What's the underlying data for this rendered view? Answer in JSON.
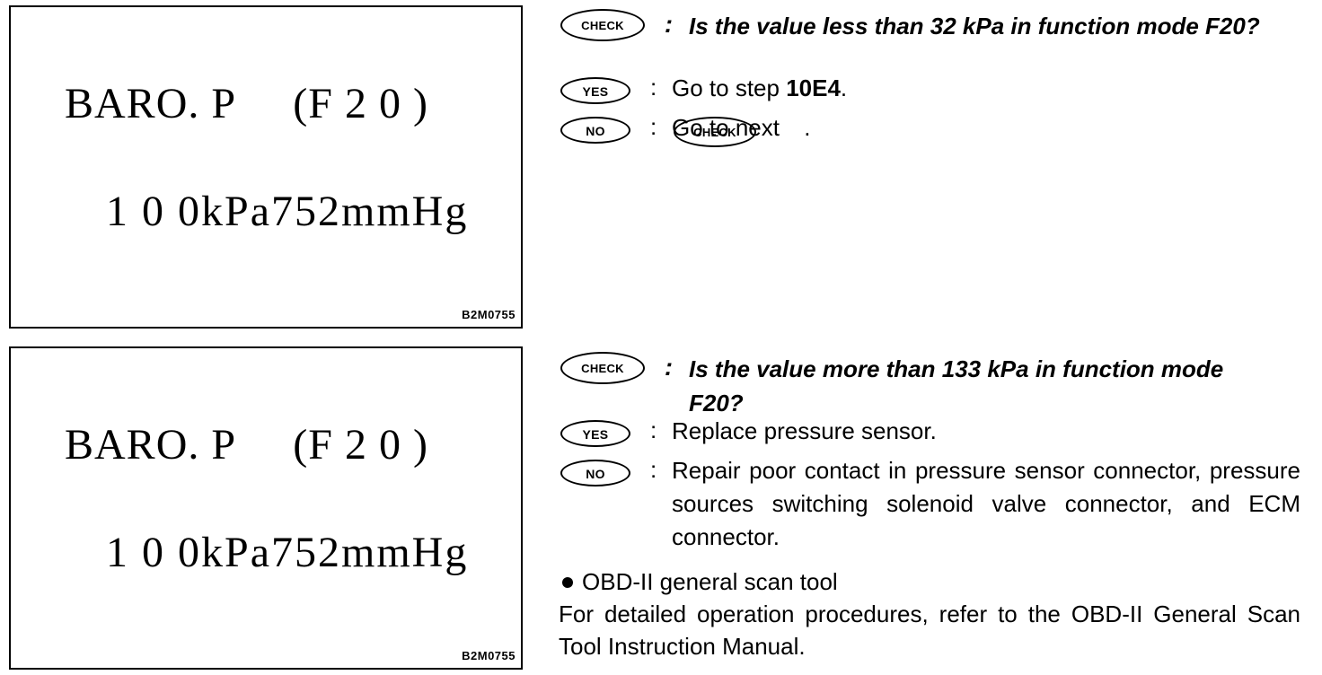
{
  "panels": [
    {
      "line1": "BARO. P     (F 2 0 )",
      "line2": "1 0 0kPa752mmHg",
      "code": "B2M0755"
    },
    {
      "line1": "BARO. P     (F 2 0 )",
      "line2": "1 0 0kPa752mmHg",
      "code": "B2M0755"
    }
  ],
  "badges": {
    "check": "CHECK",
    "yes": "YES",
    "no": "NO"
  },
  "block1": {
    "question": "Is the value less than 32 kPa in function mode F20?",
    "yes_prefix": "Go to step ",
    "yes_step": "10E4",
    "yes_suffix": ".",
    "no_prefix": "Go to next ",
    "no_suffix": "."
  },
  "block2": {
    "question": "Is the value more than 133 kPa in function mode F20?",
    "yes_text": "Replace pressure sensor.",
    "no_text": "Repair poor contact in pressure sensor connector, pressure sources switching solenoid valve connector, and ECM connector.",
    "bullet": "OBD-II general scan tool",
    "note": "For detailed operation procedures, refer to the OBD-II General Scan Tool Instruction Manual."
  }
}
